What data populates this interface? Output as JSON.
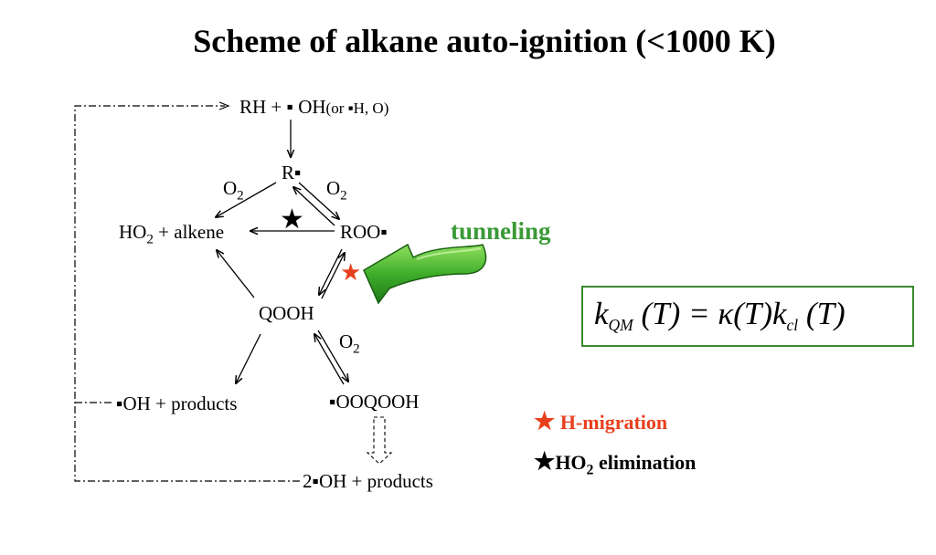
{
  "title": "Scheme of alkane auto-ignition (<1000 K)",
  "species": {
    "rh_oh": "RH + ▪ OH",
    "rh_note": "(or ▪H, O)",
    "r": "R▪",
    "o2": "O",
    "o2_sub": "2",
    "ho2_prefix": "HO",
    "ho2_sub": "2",
    "ho2_suffix": " + alkene",
    "roo": "ROO▪",
    "qooh": "QOOH",
    "oh_products": "▪OH + products",
    "ooqooh": "▪OOQOOH",
    "two_oh_products": "2▪OH + products"
  },
  "annotation": "tunneling",
  "equation": {
    "k": "k",
    "k_sub": "QM",
    "rest": "(T) = κ(T)k",
    "kcl_sub": "cl",
    "tail": "(T)"
  },
  "legend": {
    "h_migration": "H-migration",
    "ho2_elim_prefix": "HO",
    "ho2_elim_sub": "2",
    "ho2_elim_suffix": " elimination"
  },
  "colors": {
    "accent_green": "#3a9a36",
    "box_border": "#3a8a2e",
    "h_migration_red": "#e8401c",
    "arrow_green_dark": "#1f7a16",
    "arrow_green_light": "#7ed957"
  },
  "icons": {
    "red_star": "★",
    "black_star": "★"
  }
}
